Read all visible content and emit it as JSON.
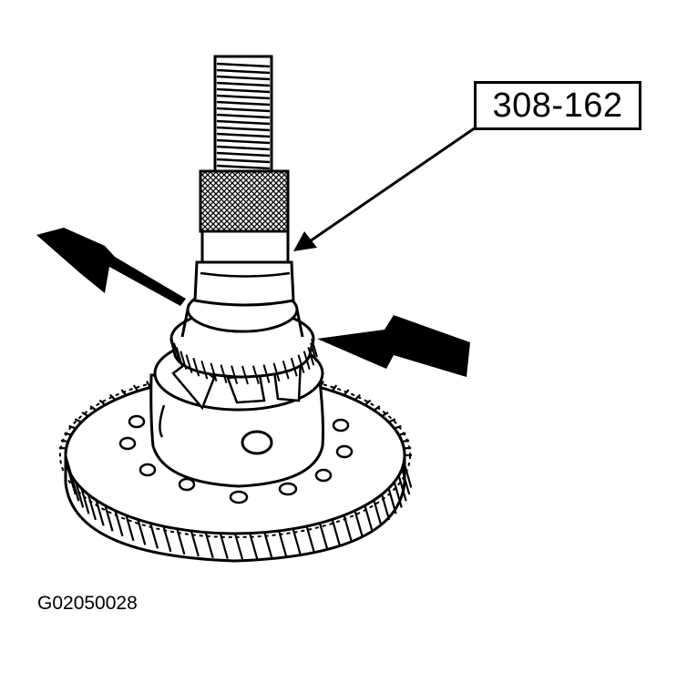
{
  "callout": {
    "tool_number": "308-162"
  },
  "figure_id": "G02050028",
  "colors": {
    "ink": "#000000",
    "paper": "#ffffff"
  },
  "icons": [
    "installer-tool",
    "differential-case",
    "ring-gear",
    "bearing",
    "indicator-arrow"
  ]
}
